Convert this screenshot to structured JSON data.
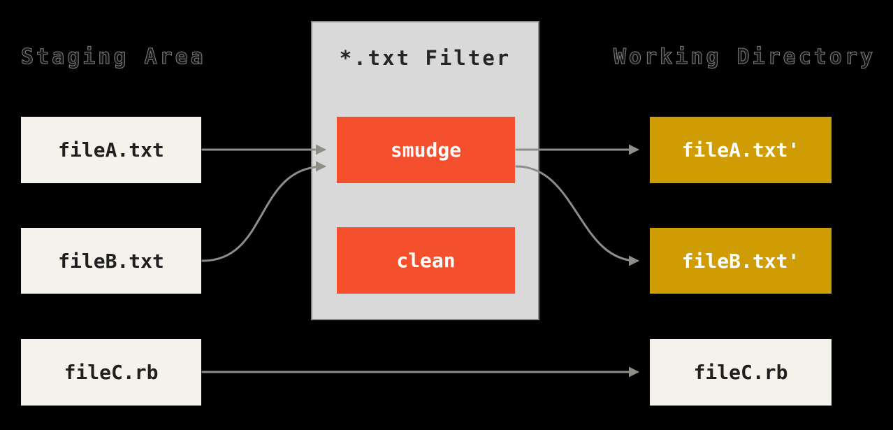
{
  "diagram": {
    "staging": {
      "title": "Staging Area",
      "items": [
        {
          "label": "fileA.txt"
        },
        {
          "label": "fileB.txt"
        },
        {
          "label": "fileC.rb"
        }
      ]
    },
    "filter": {
      "title": "*.txt Filter",
      "items": [
        {
          "label": "smudge"
        },
        {
          "label": "clean"
        }
      ]
    },
    "working": {
      "title": "Working Directory",
      "items": [
        {
          "label": "fileA.txt'"
        },
        {
          "label": "fileB.txt'"
        },
        {
          "label": "fileC.rb"
        }
      ]
    },
    "edges": [
      {
        "from": "fileA.txt",
        "to": "smudge"
      },
      {
        "from": "fileB.txt",
        "to": "smudge"
      },
      {
        "from": "smudge",
        "to": "fileA.txt'"
      },
      {
        "from": "smudge",
        "to": "fileB.txt'"
      },
      {
        "from": "fileC.rb",
        "to": "fileC.rb"
      }
    ],
    "colors": {
      "background": "#000000",
      "filter_panel": "#d9d9d9",
      "filter_panel_border": "#8c8c8c",
      "filter_action": "#f4502e",
      "staging_file": "#f4f2ea",
      "working_modified_file": "#cf9c04",
      "arrow": "#8e8e88"
    }
  }
}
